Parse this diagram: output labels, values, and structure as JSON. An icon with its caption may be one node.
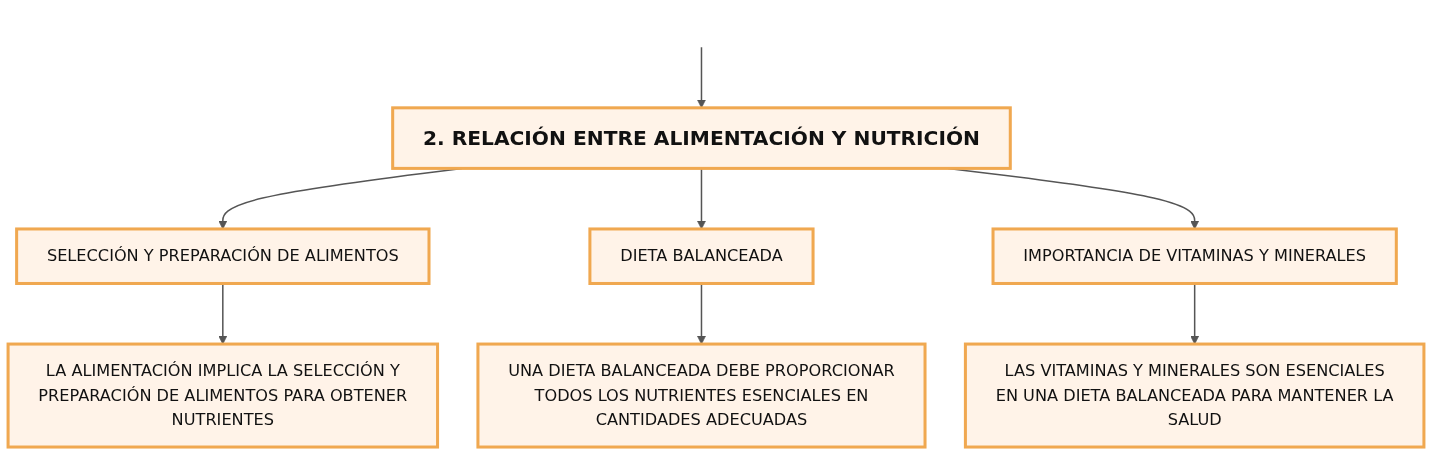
{
  "diagram": {
    "nodes": [
      {
        "text": [
          "2. RELACIÓN ENTRE ALIMENTACIÓN Y NUTRICIÓN"
        ]
      },
      {
        "text": [
          "SELECCIÓN Y PREPARACIÓN DE ALIMENTOS"
        ]
      },
      {
        "text": [
          "DIETA BALANCEADA"
        ]
      },
      {
        "text": [
          "IMPORTANCIA DE VITAMINAS Y MINERALES"
        ]
      },
      {
        "text": [
          "LA ALIMENTACIÓN IMPLICA LA SELECCIÓN Y PREPARACIÓN DE ALIMENTOS PARA OBTENER NUTRIENTES"
        ]
      },
      {
        "text": [
          "UNA DIETA BALANCEADA DEBE PROPORCIONAR TODOS LOS NUTRIENTES ESENCIALES EN CANTIDADES ADECUADAS"
        ]
      },
      {
        "text": [
          "LAS VITAMINAS Y MINERALES SON ESENCIALES EN UNA DIETA BALANCEADA PARA MANTENER LA SALUD"
        ]
      }
    ],
    "edges": [
      {
        "from": null,
        "to": 0,
        "arrow": "to"
      },
      {
        "from": 0,
        "to": 1,
        "arrow": "to"
      },
      {
        "from": 0,
        "to": 2,
        "arrow": "to"
      },
      {
        "from": 0,
        "to": 3,
        "arrow": "to"
      },
      {
        "from": 1,
        "to": 4,
        "arrow": "to"
      },
      {
        "from": 2,
        "to": 5,
        "arrow": "to"
      },
      {
        "from": 3,
        "to": 6,
        "arrow": "to"
      }
    ]
  }
}
